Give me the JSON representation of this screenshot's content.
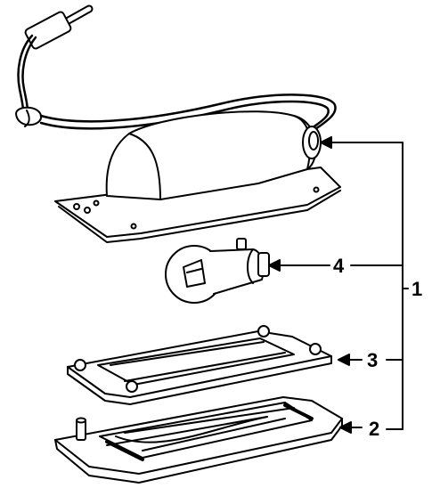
{
  "callouts": {
    "assembly": "1",
    "lens": "2",
    "gasket": "3",
    "bulb": "4"
  }
}
